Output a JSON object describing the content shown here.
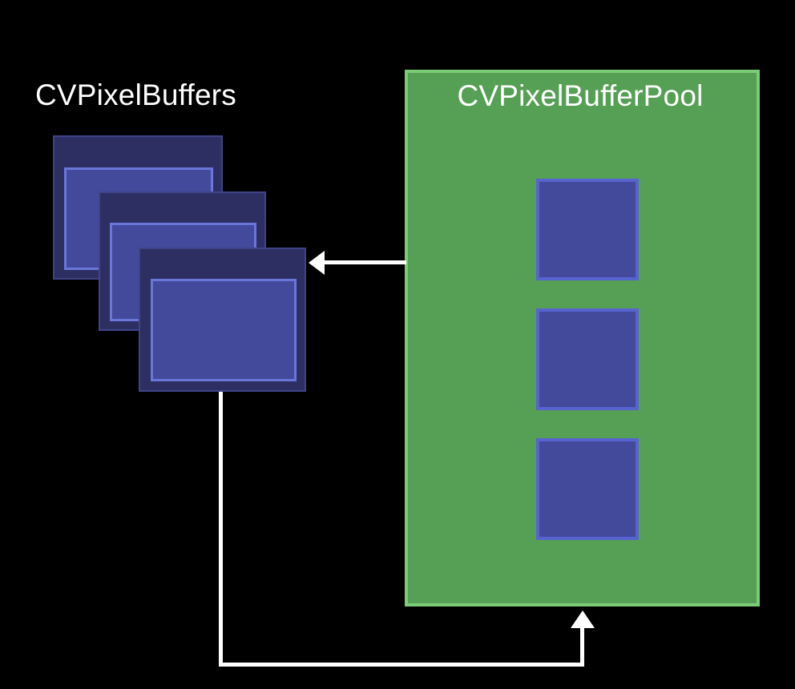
{
  "diagram": {
    "title_left": "CVPixelBuffers",
    "title_right": "CVPixelBufferPool",
    "background_color": "#000000",
    "buffers": {
      "label": "CVPixelBuffers",
      "card_fill": "#2d2f63",
      "card_border": "#3f4488",
      "inner_fill": "#434a9c",
      "inner_border": "#6a76d8",
      "cards": [
        {
          "name": "back"
        },
        {
          "name": "middle"
        },
        {
          "name": "front"
        }
      ]
    },
    "pool": {
      "label": "CVPixelBufferPool",
      "fill": "#56a055",
      "border": "#7ccb77",
      "slot_fill": "#434a9c",
      "slot_border": "#5763cf",
      "slots": [
        {
          "name": "slot-1"
        },
        {
          "name": "slot-2"
        },
        {
          "name": "slot-3"
        }
      ]
    },
    "connectors": {
      "color": "#ffffff",
      "dequeue": {
        "name": "pool-to-buffers-arrow",
        "direction": "left"
      },
      "recycle": {
        "name": "buffers-to-pool-arrow",
        "direction": "up"
      }
    }
  }
}
